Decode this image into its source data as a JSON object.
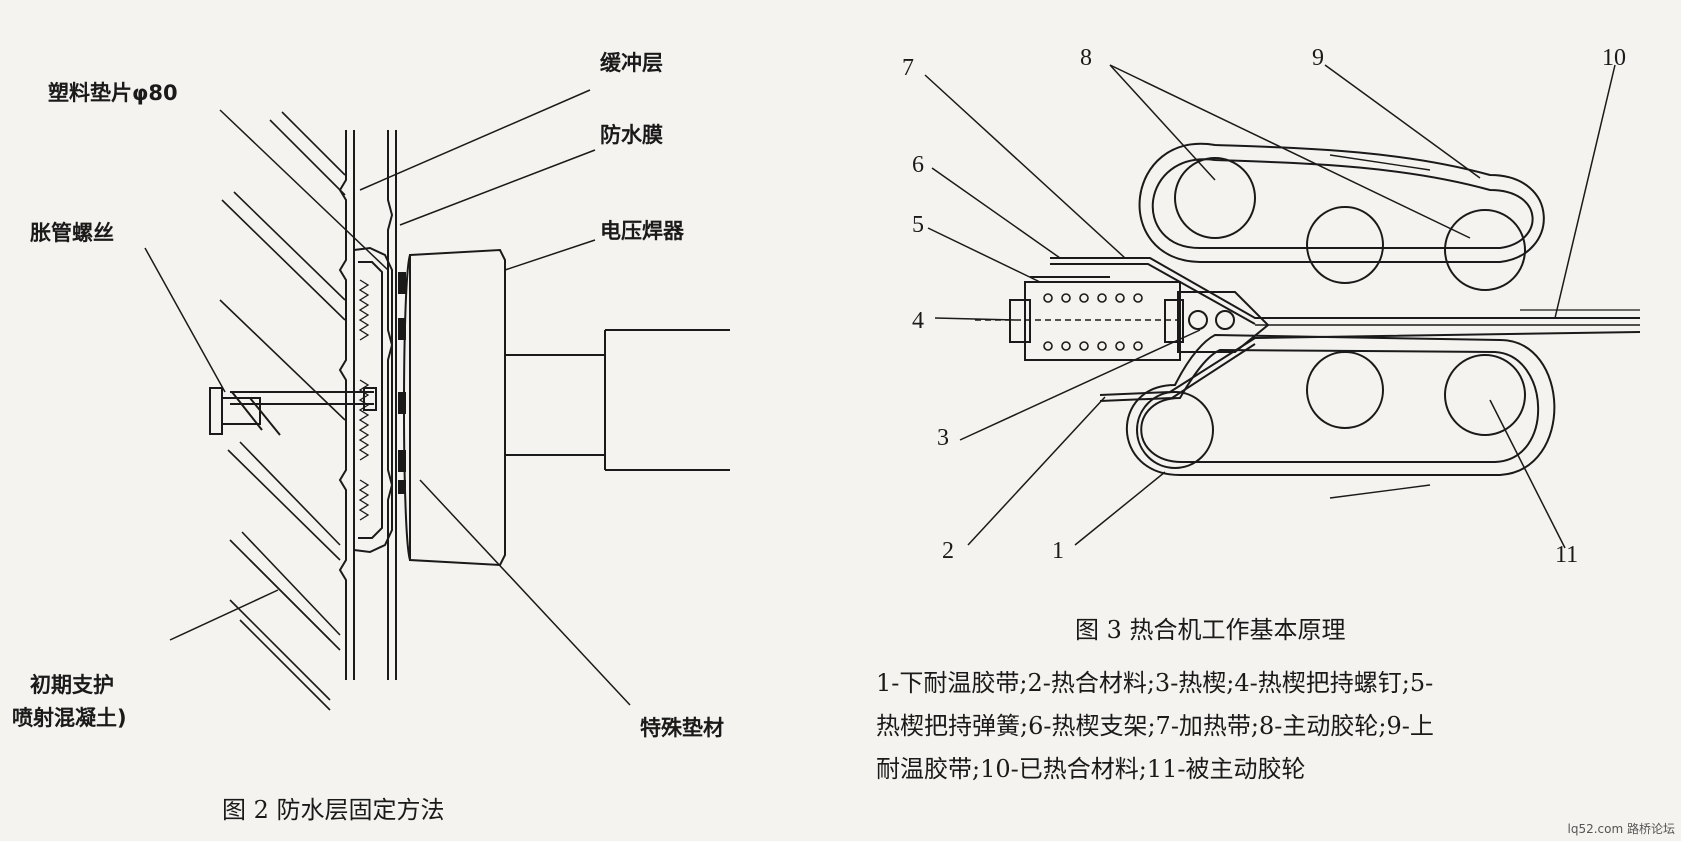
{
  "fig2": {
    "caption": "图 2   防水层固定方法",
    "labels": {
      "plastic_gasket": "塑料垫片φ80",
      "buffer_layer": "缓冲层",
      "waterproof_membrane": "防水膜",
      "expansion_screw": "胀管螺丝",
      "voltage_welder": "电压焊器",
      "initial_support_1": "初期支护",
      "initial_support_2": "喷射混凝土)",
      "special_pad": "特殊垫材"
    }
  },
  "fig3": {
    "caption": "图 3   热合机工作基本原理",
    "numbers": {
      "n1": "1",
      "n2": "2",
      "n3": "3",
      "n4": "4",
      "n5": "5",
      "n6": "6",
      "n7": "7",
      "n8": "8",
      "n9": "9",
      "n10": "10",
      "n11": "11"
    },
    "legend": {
      "line1": "1-下耐温胶带;2-热合材料;3-热楔;4-热楔把持螺钉;5-",
      "line2": "热楔把持弹簧;6-热楔支架;7-加热带;8-主动胶轮;9-上",
      "line3": "耐温胶带;10-已热合材料;11-被主动胶轮"
    }
  },
  "watermark": "lq52.com 路桥论坛"
}
